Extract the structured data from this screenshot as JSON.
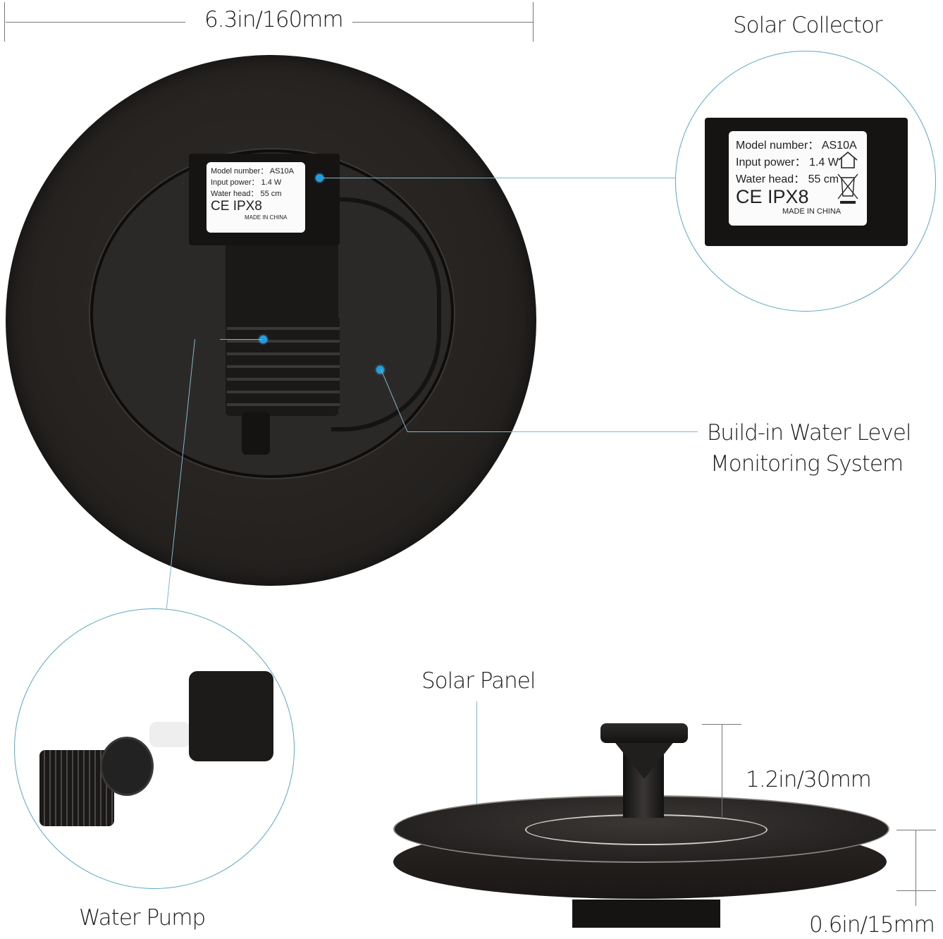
{
  "dimensions": {
    "diameter": "6.3in/160mm",
    "nozzle_height": "1.2in/30mm",
    "base_height": "0.6in/15mm"
  },
  "callouts": {
    "solar_collector": "Solar Collector",
    "water_level": [
      "Build-in Water Level",
      "Monitoring System"
    ],
    "water_pump": "Water Pump",
    "solar_panel": "Solar Panel"
  },
  "product_label": {
    "model_number": "Model number： AS10A",
    "input_power": "Input power： 1.4 W",
    "water_head": "Water head： 55 cm",
    "ce_mark": "CE",
    "ip_rating": "IPX8",
    "origin": "MADE IN CHINA"
  },
  "icons": {
    "house": "house-icon",
    "weee_bin": "crossed-bin-icon"
  },
  "colors": {
    "accent_line": "#5da8bf",
    "dot": "#1f9fe0",
    "product_dark": "#1e1c1b",
    "dimension_line": "#777777"
  }
}
